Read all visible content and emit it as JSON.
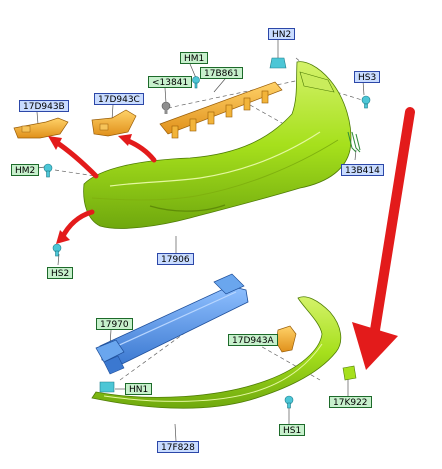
{
  "diagram": {
    "colors": {
      "bumper": "#a6e01c",
      "bracket": "#f0a81e",
      "fastener": "#4cc6d6",
      "reinforcement": "#4d8fe2",
      "arrow": "#e31b1b",
      "callout_blue": "#c9dcff",
      "callout_green": "#c7f0cc"
    },
    "callouts": [
      {
        "id": "c1",
        "text": "17D943B",
        "style": "blue"
      },
      {
        "id": "c2",
        "text": "17D943C",
        "style": "blue"
      },
      {
        "id": "c3",
        "text": "HM1",
        "style": "green"
      },
      {
        "id": "c4",
        "text": "<13841",
        "style": "green"
      },
      {
        "id": "c5",
        "text": "17B861",
        "style": "green"
      },
      {
        "id": "c6",
        "text": "HN2",
        "style": "blue"
      },
      {
        "id": "c7",
        "text": "HS3",
        "style": "blue"
      },
      {
        "id": "c8",
        "text": "HM2",
        "style": "green"
      },
      {
        "id": "c9",
        "text": "13B414",
        "style": "blue"
      },
      {
        "id": "c10",
        "text": "HS2",
        "style": "green"
      },
      {
        "id": "c11",
        "text": "17906",
        "style": "blue"
      },
      {
        "id": "c12",
        "text": "17970",
        "style": "green"
      },
      {
        "id": "c13",
        "text": "17D943A",
        "style": "green"
      },
      {
        "id": "c14",
        "text": "HN1",
        "style": "green"
      },
      {
        "id": "c15",
        "text": "17K922",
        "style": "green"
      },
      {
        "id": "c16",
        "text": "HS1",
        "style": "green"
      },
      {
        "id": "c17",
        "text": "17F828",
        "style": "blue"
      }
    ]
  }
}
